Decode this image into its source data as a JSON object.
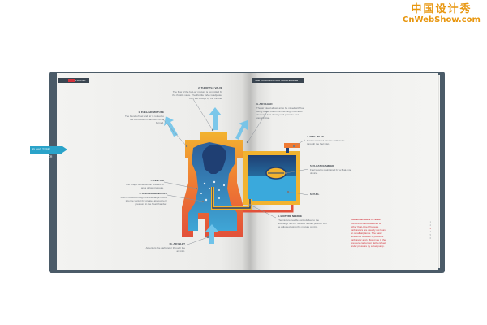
{
  "watermark": {
    "cn": "中国设计秀",
    "en": "CnWebShow.com"
  },
  "header": {
    "left": "PROPER",
    "right": "THE WORKINGS OF A TRAIN ENGINE"
  },
  "side_label": "FLOAT-TYPE CARBURETOR",
  "callouts": [
    {
      "id": "throttle",
      "title": "2- THROTTLE VALVE",
      "text": "The flow of the fuel-air mixture is controlled by the throttle valve. The throttle valve is adjusted from the cockpit by the throttle."
    },
    {
      "id": "fuel-air",
      "title": "1- FUEL/AIR MIXTURE",
      "text": "The blend of fuel and air is routed to the combustion chambers to be burned."
    },
    {
      "id": "air-bleed",
      "title": "3- AIR BLEED",
      "text": "The air bleed allows air to be mixed with fuel being drawn out of the discharge nozzle to decrease fuel density and promote fuel vaporization."
    },
    {
      "id": "fuel-inlet",
      "title": "4- FUEL INLET",
      "text": "Fuel is received into the carburetor through the fuel inlet."
    },
    {
      "id": "float-chamber",
      "title": "5- FLOAT CHAMBER",
      "text": "Fuel level is maintained by a float-type device."
    },
    {
      "id": "venturi",
      "title": "7- VENTURI",
      "text": "The shape of the venturi creates an area of low pressure."
    },
    {
      "id": "discharge",
      "title": "8- DISCHARGE NOZZLE",
      "text": "Fuel is forced through the discharge nozzle into the venturi by greater atmospheric pressure in the float chamber."
    },
    {
      "id": "fuel",
      "title": "6- FUEL",
      "text": ""
    },
    {
      "id": "mixture-needle",
      "title": "9- MIXTURE NEEDLE",
      "text": "The mixture needle controls fuel to the discharge nozzle. Mixture needle position can be adjusted using the mixture control."
    },
    {
      "id": "air-inlet",
      "title": "10- AIR INLET",
      "text": "Air enters the carburetor through the air inlet."
    }
  ],
  "legend": {
    "title": "CARBURETOR SYSTEMS",
    "text": "Carburetors are classified as either float-type. Pressure carburetors are usually not found on small airplanes. The basic difference between a pressure carburetor and a float-type is the pressure carburetor delivers fuel under pressure by a fuel pump."
  },
  "page_index": [
    "1",
    "2",
    "3",
    "4",
    "5",
    "6"
  ],
  "colors": {
    "cover": "#4b5b68",
    "accent_blue": "#2aa3c9",
    "accent_red": "#d2323c",
    "engine_dark": "#1f3f73",
    "fuel_yellow": "#f2b330",
    "body_orange": "#ef7a33",
    "watermark": "#e8960e"
  }
}
